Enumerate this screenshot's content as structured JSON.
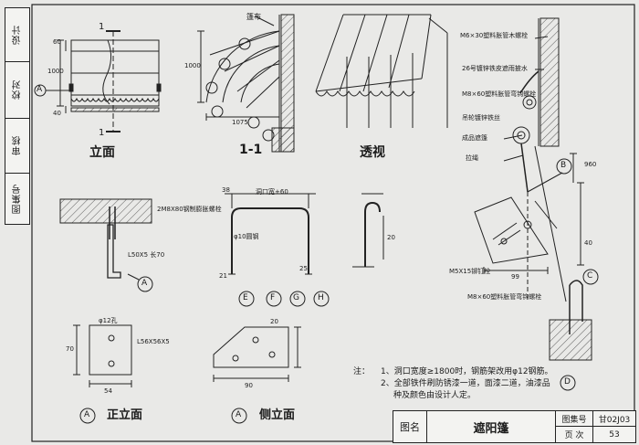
{
  "sidebar": {
    "cells": [
      "设计",
      "校对",
      "审核",
      "图集号"
    ]
  },
  "views": {
    "elevation": "立面",
    "section": "1-1",
    "perspective": "透视",
    "elev_a": "正立面",
    "side_a": "侧立面"
  },
  "section_marks": {
    "top": "1",
    "bottom": "1"
  },
  "labels": {
    "canopy": "篷布",
    "bolt_m6": "M6×30塑料胀管木螺栓",
    "sheet_26": "26号镀锌铁皮遮雨披水",
    "bolt_m8": "M8×60塑料胀管弯钩螺栓",
    "crosspiece": "吊轮镀锌铁丝",
    "finished_canopy": "成品遮篷",
    "pull_rope": "拉绳",
    "steel_2m8": "2M8X80钢制膨胀螺栓",
    "angle": "L50X5 长70",
    "plate": "L56X56X5",
    "phi12": "φ12孔",
    "bolt_m5": "M5X15铆钉栓",
    "bolt_m8b": "M8×60塑料胀管弯钩螺栓",
    "phi10": "φ10圆钢",
    "width_eq": "洞口宽+60"
  },
  "callouts": [
    "A",
    "B",
    "C",
    "D",
    "E",
    "F",
    "G",
    "H"
  ],
  "dims": {
    "d1000": "1000",
    "d60": "60",
    "d40": "40",
    "d1075": "1075",
    "d1000b": "1000",
    "d960": "960",
    "d40b": "40",
    "d99": "99",
    "d54": "54",
    "d70": "70",
    "d90": "90",
    "d20": "20",
    "d38": "38",
    "d25": "25",
    "d21": "21",
    "d20b": "20"
  },
  "notes": {
    "title": "注：",
    "line1": "1、洞口宽度≥1800时，钢筋架改用φ12钢筋。",
    "line2": "2、全部铁件刷防锈漆一道，面漆二道，油漆品",
    "line3": "种及颜色由设计人定。"
  },
  "title_block": {
    "name_label": "图名",
    "name": "遮阳篷",
    "atlas_label": "图集号",
    "atlas_no": "甘02J03",
    "page_label": "页 次",
    "page_no": "53"
  }
}
